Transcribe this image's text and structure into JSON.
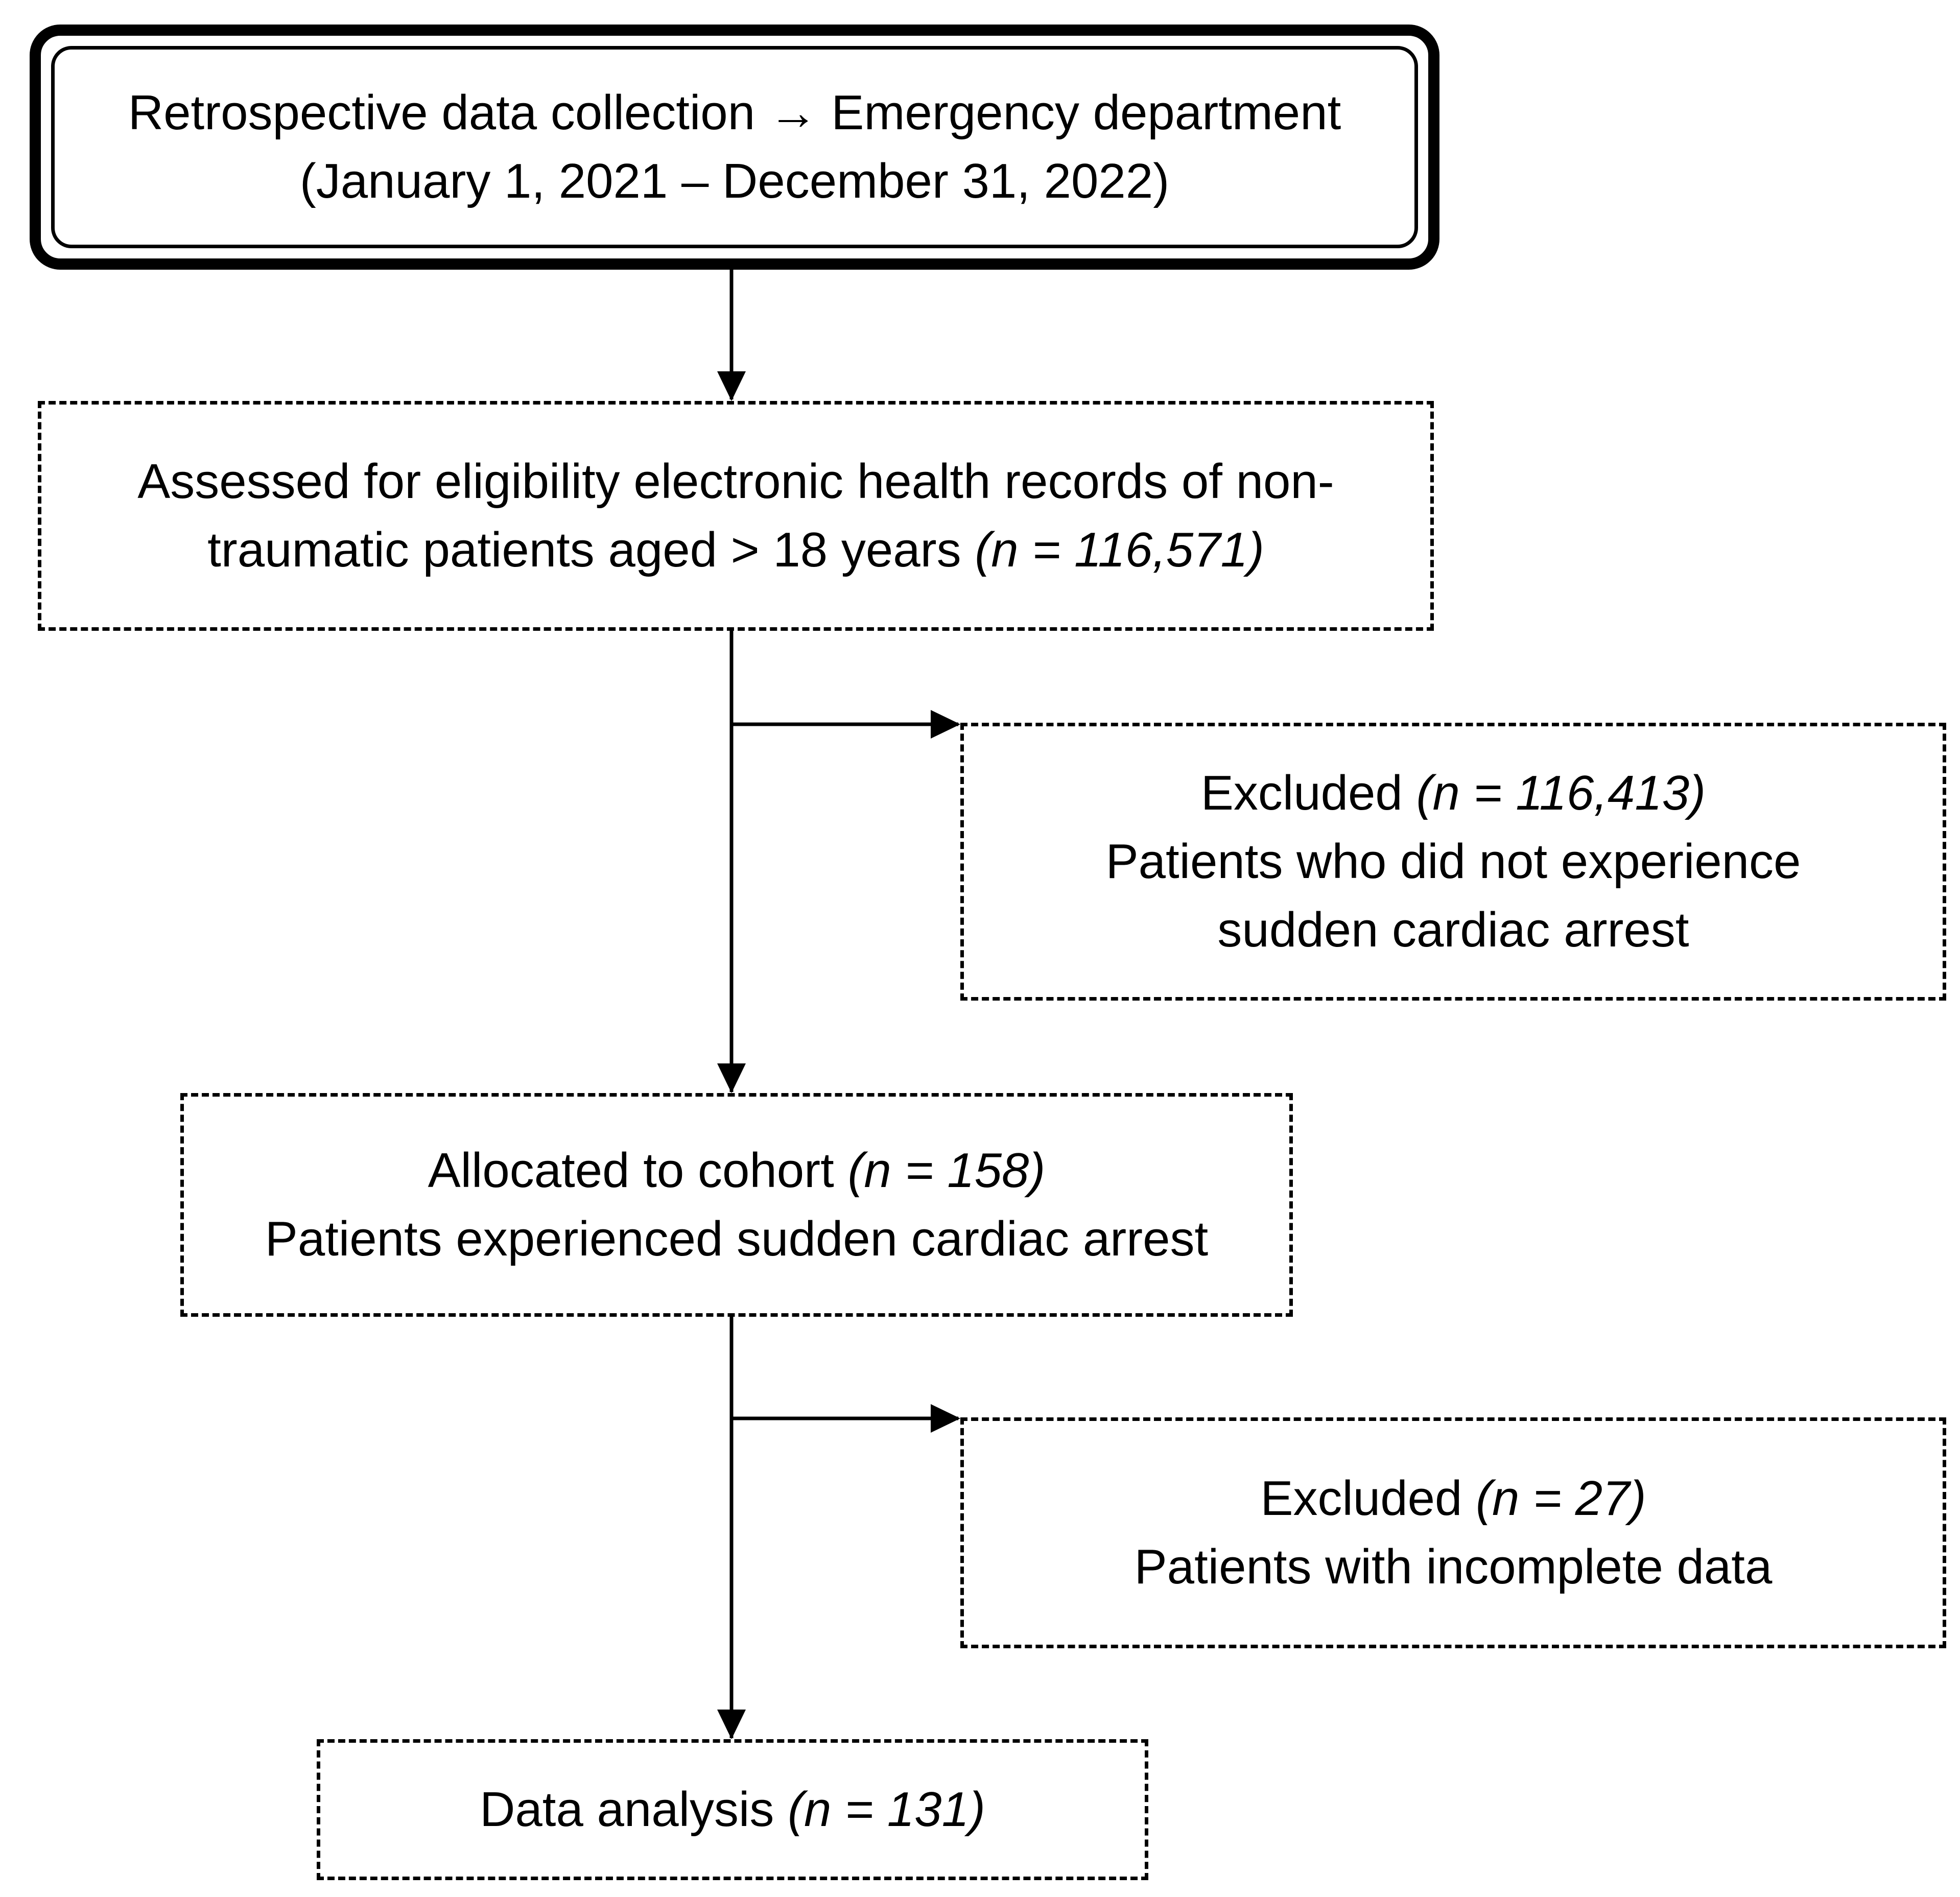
{
  "nodes": {
    "start": {
      "line1": "Retrospective data collection → Emergency department",
      "line2": "(January 1, 2021 – December 31, 2022)"
    },
    "assessed": {
      "line1": "Assessed for eligibility electronic health records of non-",
      "line2_text": "traumatic patients aged > 18 years ",
      "line2_n": "(n = 116,571)"
    },
    "excluded_1": {
      "line1_text": "Excluded ",
      "line1_n": "(n = 116,413)",
      "line2": "Patients who did not experience",
      "line3": "sudden cardiac arrest"
    },
    "cohort": {
      "line1_text": "Allocated to cohort ",
      "line1_n": "(n = 158)",
      "line2": "Patients experienced sudden cardiac arrest"
    },
    "excluded_2": {
      "line1_text": "Excluded ",
      "line1_n": "(n = 27)",
      "line2": "Patients with incomplete data"
    },
    "analysis": {
      "line1_text": "Data analysis ",
      "line1_n": "(n = 131)"
    }
  }
}
